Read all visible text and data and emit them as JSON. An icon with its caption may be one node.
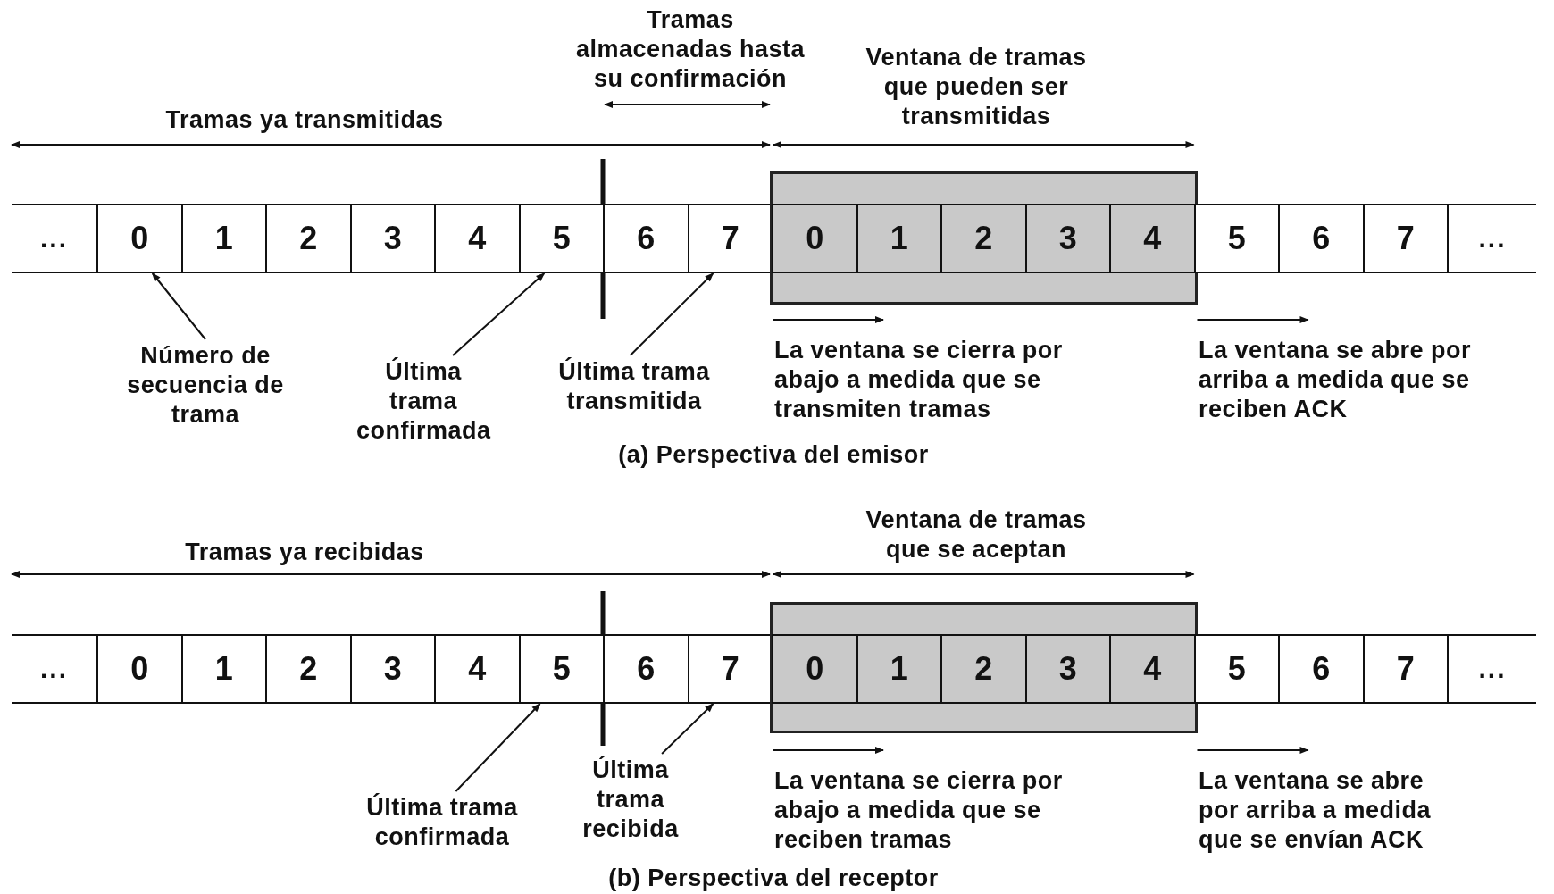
{
  "diagram": {
    "nodes": [
      {
        "text": [
          "..."
        ]
      },
      {
        "text": [
          "0"
        ]
      },
      {
        "text": [
          "1"
        ]
      },
      {
        "text": [
          "2"
        ]
      },
      {
        "text": [
          "3"
        ]
      },
      {
        "text": [
          "4"
        ]
      },
      {
        "text": [
          "5"
        ]
      },
      {
        "text": [
          "6"
        ]
      },
      {
        "text": [
          "7"
        ]
      },
      {
        "text": [],
        "shape": "box"
      },
      {
        "text": [
          "0"
        ],
        "in": 9
      },
      {
        "text": [
          "1"
        ],
        "in": 9
      },
      {
        "text": [
          "2"
        ],
        "in": 9
      },
      {
        "text": [
          "3"
        ],
        "in": 9
      },
      {
        "text": [
          "4"
        ],
        "in": 9
      },
      {
        "text": [
          "5"
        ]
      },
      {
        "text": [
          "6"
        ]
      },
      {
        "text": [
          "7"
        ]
      },
      {
        "text": [
          "..."
        ]
      },
      {
        "text": [
          "Número de secuencia de trama"
        ]
      },
      {
        "text": [
          "Última trama confirmada"
        ]
      },
      {
        "text": [
          "Última trama transmitida"
        ]
      },
      {
        "text": [
          "..."
        ]
      },
      {
        "text": [
          "0"
        ]
      },
      {
        "text": [
          "1"
        ]
      },
      {
        "text": [
          "2"
        ]
      },
      {
        "text": [
          "3"
        ]
      },
      {
        "text": [
          "4"
        ]
      },
      {
        "text": [
          "5"
        ]
      },
      {
        "text": [
          "6"
        ]
      },
      {
        "text": [
          "7"
        ]
      },
      {
        "text": [],
        "shape": "box"
      },
      {
        "text": [
          "0"
        ],
        "in": 31
      },
      {
        "text": [
          "1"
        ],
        "in": 31
      },
      {
        "text": [
          "2"
        ],
        "in": 31
      },
      {
        "text": [
          "3"
        ],
        "in": 31
      },
      {
        "text": [
          "4"
        ],
        "in": 31
      },
      {
        "text": [
          "5"
        ]
      },
      {
        "text": [
          "6"
        ]
      },
      {
        "text": [
          "7"
        ]
      },
      {
        "text": [
          "..."
        ]
      },
      {
        "text": [
          "Última trama confirmada"
        ]
      },
      {
        "text": [
          "Última trama recibida"
        ]
      }
    ],
    "edges": [
      {
        "from": 19,
        "to": 1,
        "arrow": "to"
      },
      {
        "from": 20,
        "to": 6,
        "arrow": "to"
      },
      {
        "from": 21,
        "to": 8,
        "arrow": "to"
      },
      {
        "from": 41,
        "to": 28,
        "arrow": "to"
      },
      {
        "from": 42,
        "to": 30,
        "arrow": "to"
      }
    ],
    "labels": [
      "Tramas almacenadas hasta su confirmación",
      "Ventana de tramas que pueden ser transmitidas",
      "Tramas ya transmitidas",
      "La ventana se cierra por abajo a medida que se transmiten tramas",
      "La ventana se abre por arriba a medida que se reciben ACK",
      "(a) Perspectiva del emisor",
      "Ventana de tramas que se aceptan",
      "Tramas ya recibidas",
      "La ventana se cierra por abajo a medida que se reciben tramas",
      "La ventana se abre por arriba a medida que se envían ACK",
      "(b) Perspectiva del receptor"
    ]
  }
}
